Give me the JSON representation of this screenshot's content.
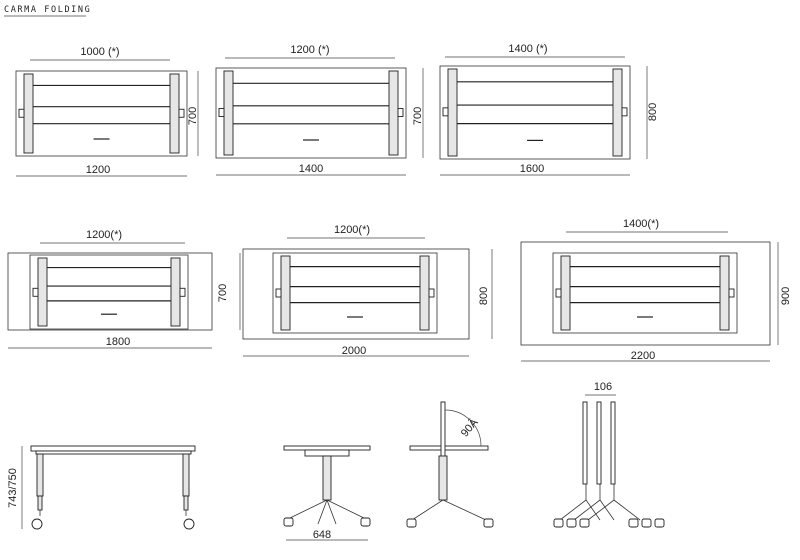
{
  "title": "CARMA FOLDING",
  "plans": [
    {
      "top": "1000 (*)",
      "bottom": "1200",
      "side": "700"
    },
    {
      "top": "1200 (*)",
      "bottom": "1400",
      "side": "700"
    },
    {
      "top": "1400 (*)",
      "bottom": "1600",
      "side": "800"
    },
    {
      "top": "1200(*)",
      "bottom": "1800",
      "side": "700"
    },
    {
      "top": "1200(*)",
      "bottom": "2000",
      "side": "800"
    },
    {
      "top": "1400(*)",
      "bottom": "2200",
      "side": "900"
    }
  ],
  "elevations": {
    "height": "743/750",
    "base_width": "648",
    "angle": "90Â",
    "stack_depth": "106"
  }
}
